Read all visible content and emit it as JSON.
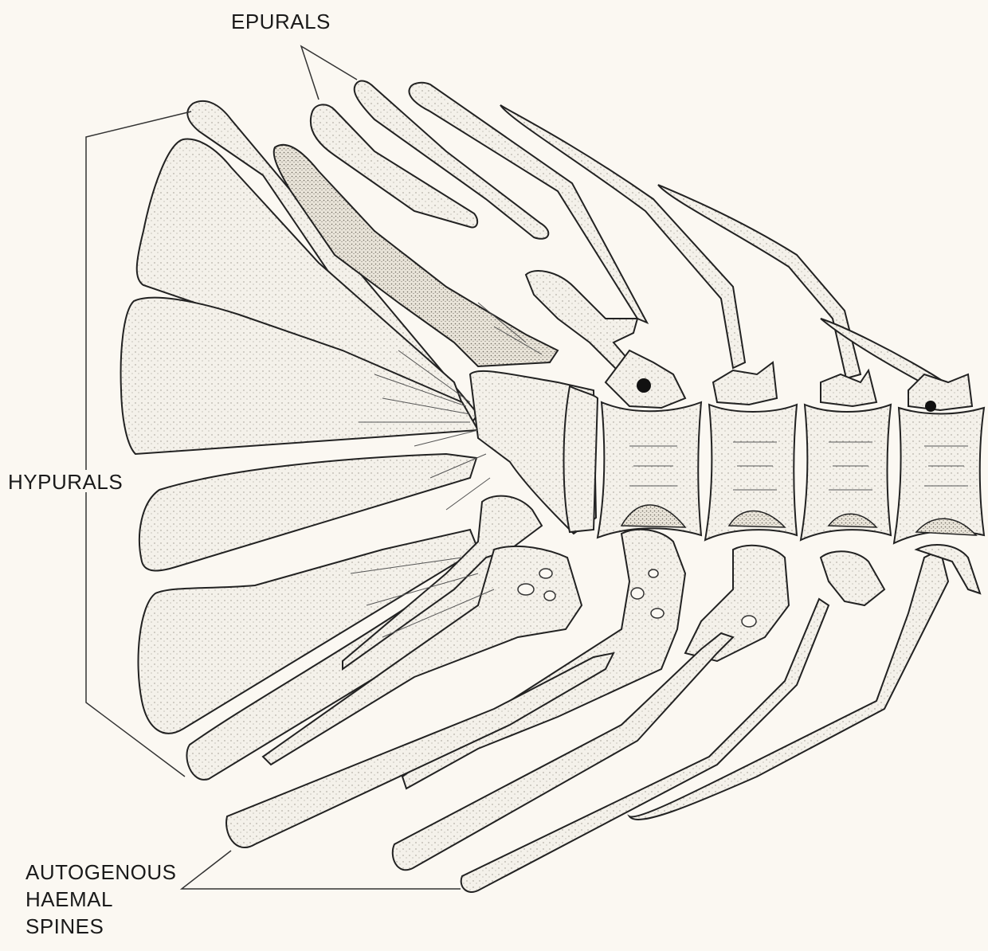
{
  "figure": {
    "labels": {
      "epurals": "EPURALS",
      "hypurals": "HYPURALS",
      "haemal_spines": [
        "AUTOGENOUS",
        "HAEMAL",
        "SPINES"
      ]
    },
    "colors": {
      "background": "#fbf8f2",
      "bone_fill": "#f4f1ea",
      "ink": "#222222"
    }
  }
}
